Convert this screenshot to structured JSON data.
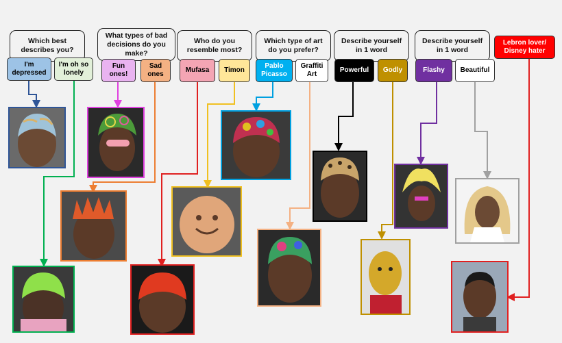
{
  "questions": [
    "Which best describes you?",
    "What types of bad decisions do you make?",
    "Who do you resemble most?",
    "Which type of art do you prefer?",
    "Describe yourself in 1 word",
    "Describe yourself in 1 word"
  ],
  "answers": {
    "depressed": "I'm depressed",
    "lonely": "I'm oh so lonely",
    "fun": "Fun ones!",
    "sad": "Sad ones",
    "mufasa": "Mufasa",
    "timon": "Timon",
    "picasso": "Pablo Picasso",
    "graffiti": "Graffiti Art",
    "powerful": "Powerful",
    "godly": "Godly",
    "flashy": "Flashy",
    "beautiful": "Beautiful",
    "lebron": "Lebron lover/ Disney hater"
  },
  "colors": {
    "depressed": "#9dc3e6",
    "lonely": "#e2f0d9",
    "fun": "#e9b3f0",
    "sad": "#f4b183",
    "mufasa": "#f4a5b4",
    "timon": "#ffe699",
    "picasso": "#00b0f0",
    "graffiti": "#ffffff",
    "powerful": "#000000",
    "godly": "#bf9000",
    "flashy": "#7030a0",
    "beautiful": "#ffffff",
    "lebron": "#ff0000"
  },
  "photos": [
    "rodman-blue-hair",
    "rodman-swirl-sunglasses",
    "rodman-orange-spikes",
    "rodman-green-hair",
    "rodman-smiley-hair",
    "rodman-red-hair",
    "rodman-rainbow-hair",
    "rodman-leopard-hair",
    "rodman-multicolor-hair",
    "rodman-painted-face",
    "rodman-feather-boa",
    "rodman-blonde-wig",
    "lebron-james"
  ]
}
